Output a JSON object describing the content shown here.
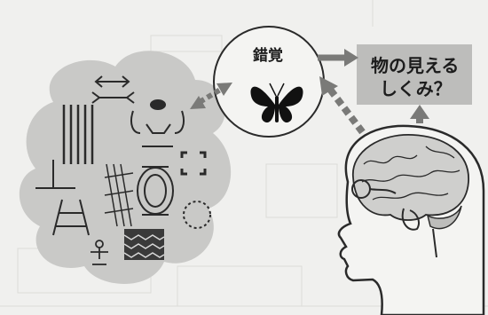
{
  "illusion_label": "錯覚",
  "question_label_line1": "物の見える",
  "question_label_line2": "しくみ？",
  "icons": {
    "illusion_subject": "butterfly-icon",
    "viewer": "head-with-brain-icon",
    "illusion_cloud": "optical-illusion-collage"
  },
  "colors": {
    "background": "#f0f0ee",
    "cloud": "#c9c9c7",
    "box": "#bdbdbb",
    "arrow": "#7a7a78",
    "ink": "#1c1c1c"
  }
}
